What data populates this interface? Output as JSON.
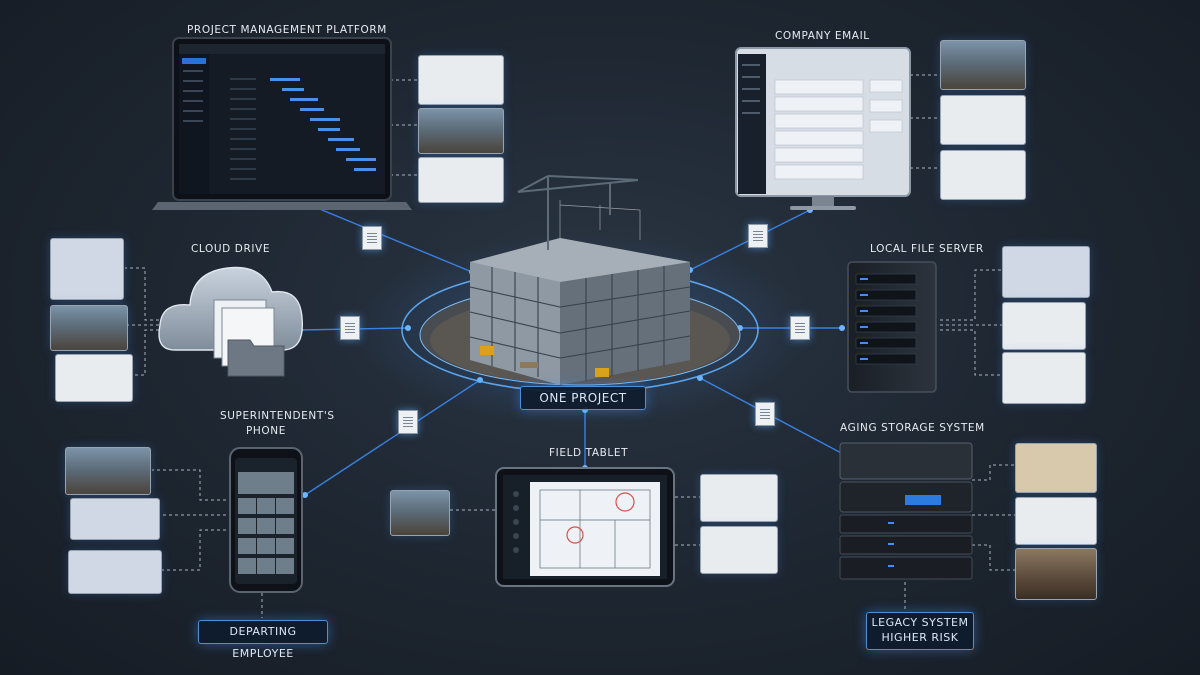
{
  "center": {
    "label": "ONE PROJECT"
  },
  "nodes": {
    "pm_platform": {
      "label": "PROJECT MANAGEMENT PLATFORM",
      "icon": "laptop-icon"
    },
    "email": {
      "label": "COMPANY EMAIL",
      "icon": "monitor-icon"
    },
    "cloud": {
      "label": "CLOUD DRIVE",
      "icon": "cloud-icon"
    },
    "file_server": {
      "label": "LOCAL FILE SERVER",
      "icon": "server-icon"
    },
    "phone": {
      "label_line1": "SUPERINTENDENT'S",
      "label_line2": "PHONE",
      "icon": "smartphone-icon",
      "tag": "DEPARTING EMPLOYEE"
    },
    "tablet": {
      "label": "FIELD TABLET",
      "icon": "tablet-icon"
    },
    "storage": {
      "label": "AGING STORAGE SYSTEM",
      "icon": "storage-rack-icon",
      "tag_line1": "LEGACY SYSTEM",
      "tag_line2": "HIGHER RISK"
    }
  },
  "colors": {
    "background": "#1b222c",
    "link": "#3d8fff",
    "glow": "#6fb6ff",
    "tag_border": "#4f8fd8"
  }
}
